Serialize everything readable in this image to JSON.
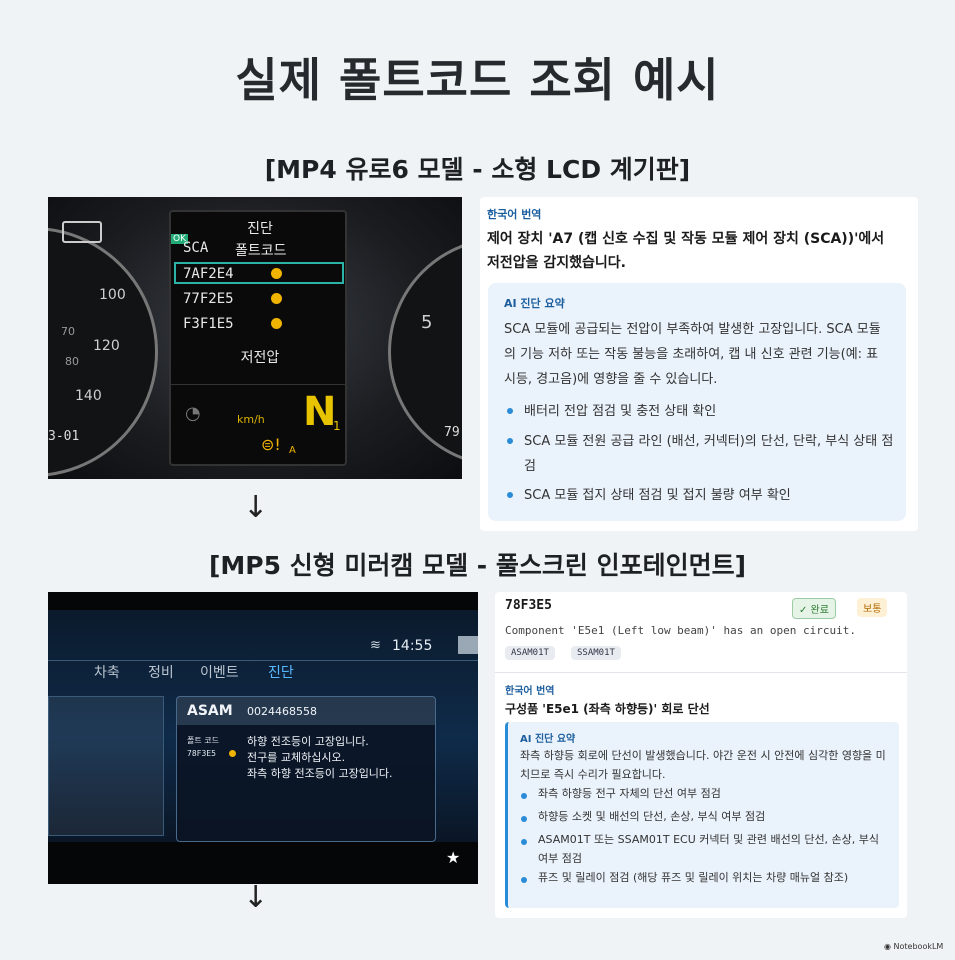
{
  "title": "실제 폴트코드 조회 예시",
  "section1": "[MP4 유로6 모델 - 소형 LCD 계기판]",
  "section2": "[MP5 신형 미러캠 모델 - 풀스크린 인포테인먼트]",
  "cluster": {
    "header": "진단",
    "ok_tag": "OK",
    "module": "SCA",
    "col_title": "폴트코드",
    "codes": [
      "7AF2E4",
      "77F2E5",
      "F3F1E5"
    ],
    "fault": "저전압",
    "speed_unit": "km/h",
    "gear": "N",
    "gear_sub": "1",
    "warn_sub": "A",
    "left_ticks": [
      "100",
      "70",
      "120",
      "80",
      "140"
    ],
    "right_tick": "5",
    "right_edge": "79",
    "left_edge": "3-01"
  },
  "card1": {
    "trans_label": "한국어 번역",
    "trans_text": "제어 장치 'A7 (캡 신호 수집 및 작동 모듈 제어 장치 (SCA))'에서 저전압을 감지했습니다.",
    "ai_label": "AI 진단 요약",
    "ai_text": "SCA 모듈에 공급되는 전압이 부족하여 발생한 고장입니다. SCA 모듈의 기능 저하 또는 작동 불능을 초래하여, 캡 내 신호 관련 기능(예: 표시등, 경고음)에 영향을 줄 수 있습니다.",
    "bullets": [
      "배터리 전압 점검 및 충전 상태 확인",
      "SCA 모듈 전원 공급 라인 (배선, 커넥터)의 단선, 단락, 부식 상태 점검",
      "SCA 모듈 접지 상태 점검 및 접지 불량 여부 확인"
    ]
  },
  "infotainment": {
    "time": "14:55",
    "tabs": [
      "차축",
      "정비",
      "이벤트",
      "진단"
    ],
    "asam_label": "ASAM",
    "asam_id": "0024468558",
    "fault_label": "폴트 코드",
    "fault_code": "78F3E5",
    "messages": [
      "하향 전조등이 고장입니다.",
      "전구를 교체하십시오.",
      "좌측 하향 전조등이 고장입니다."
    ]
  },
  "card2": {
    "code": "78F3E5",
    "status": "✓ 완료",
    "severity": "보통",
    "desc": "Component 'E5e1 (Left low beam)' has an open circuit.",
    "tags": [
      "ASAM01T",
      "SSAM01T"
    ],
    "trans_label": "한국어 번역",
    "trans_text": "구성품 'E5e1 (좌측 하향등)' 회로 단선",
    "ai_label": "AI 진단 요약",
    "ai_text": "좌측 하향등 회로에 단선이 발생했습니다. 야간 운전 시 안전에 심각한 영향을 미치므로 즉시 수리가 필요합니다.",
    "bullets": [
      "좌측 하향등 전구 자체의 단선 여부 점검",
      "하향등 소켓 및 배선의 단선, 손상, 부식 여부 점검",
      "ASAM01T 또는 SSAM01T ECU 커넥터 및 관련 배선의 단선, 손상, 부식 여부 점검",
      "퓨즈 및 릴레이 점검 (해당 퓨즈 및 릴레이 위치는 차량 매뉴얼 참조)"
    ]
  },
  "watermark": "NotebookLM",
  "colors": {
    "accent": "#2a8bd6",
    "lcd_yellow": "#f0b400",
    "complete_green": "#2e7d32",
    "moderate_orange": "#b26a00"
  }
}
